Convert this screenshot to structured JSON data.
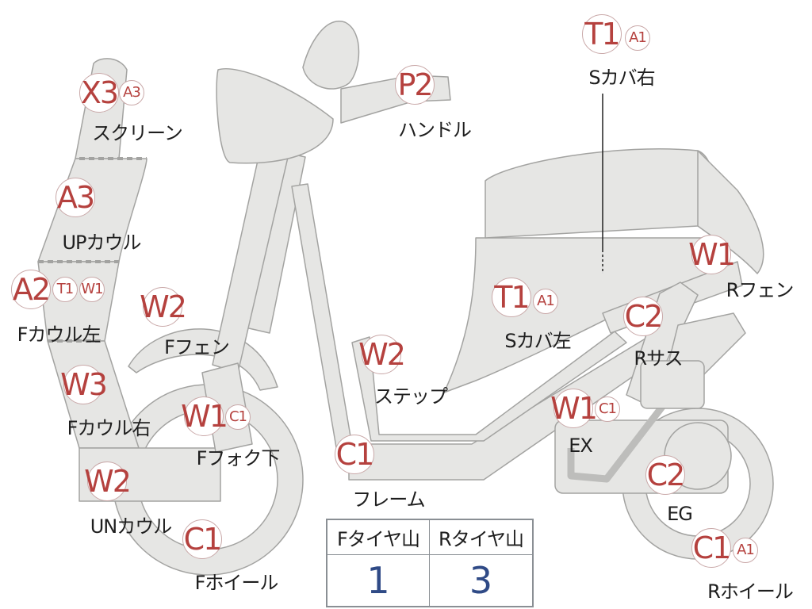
{
  "markers": [
    {
      "id": "x3-screen",
      "grade": "X3",
      "sub": [
        "A3"
      ],
      "label": "スクリーン"
    },
    {
      "id": "a3-upcowl",
      "grade": "A3",
      "sub": [],
      "label": "UPカウル"
    },
    {
      "id": "a2-fcowl-left",
      "grade": "A2",
      "sub": [
        "T1",
        "W1"
      ],
      "label": "Fカウル左"
    },
    {
      "id": "w3-fcowl-right",
      "grade": "W3",
      "sub": [],
      "label": "Fカウル右"
    },
    {
      "id": "w2-uncowl",
      "grade": "W2",
      "sub": [],
      "label": "UNカウル"
    },
    {
      "id": "c1-fwheel",
      "grade": "C1",
      "sub": [],
      "label": "Fホイール"
    },
    {
      "id": "w1-ffork",
      "grade": "W1",
      "sub": [
        "C1"
      ],
      "label": "Fフォク下"
    },
    {
      "id": "w2-ffender",
      "grade": "W2",
      "sub": [],
      "label": "Fフェン"
    },
    {
      "id": "p2-handle",
      "grade": "P2",
      "sub": [],
      "label": "ハンドル"
    },
    {
      "id": "w2-step",
      "grade": "W2",
      "sub": [],
      "label": "ステップ"
    },
    {
      "id": "c1-frame",
      "grade": "C1",
      "sub": [],
      "label": "フレーム"
    },
    {
      "id": "t1-scover-left",
      "grade": "T1",
      "sub": [
        "A1"
      ],
      "label": "Sカバ左"
    },
    {
      "id": "t1-scover-right",
      "grade": "T1",
      "sub": [
        "A1"
      ],
      "label": "Sカバ右"
    },
    {
      "id": "w1-rfender",
      "grade": "W1",
      "sub": [],
      "label": "Rフェン"
    },
    {
      "id": "c2-rsus",
      "grade": "C2",
      "sub": [],
      "label": "Rサス"
    },
    {
      "id": "w1-ex",
      "grade": "W1",
      "sub": [
        "C1"
      ],
      "label": "EX"
    },
    {
      "id": "c2-eg",
      "grade": "C2",
      "sub": [],
      "label": "EG"
    },
    {
      "id": "c1-rwheel",
      "grade": "C1",
      "sub": [
        "A1"
      ],
      "label": "Rホイール"
    }
  ],
  "tire_table": {
    "headers": [
      "Fタイヤ山",
      "Rタイヤ山"
    ],
    "values": [
      "1",
      "3"
    ]
  },
  "colors": {
    "part_fill": "#e6e6e4",
    "part_stroke": "#a3a3a1",
    "grade_text": "#b5413e",
    "table_value": "#2f4a86"
  }
}
